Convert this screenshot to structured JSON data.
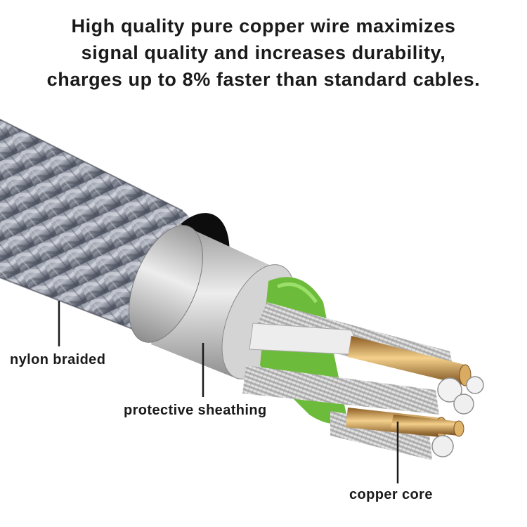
{
  "headline": {
    "line1": "High quality pure copper wire maximizes",
    "line2": "signal quality and increases durability,",
    "line3": "charges up to 8% faster than standard cables."
  },
  "callouts": {
    "nylon": "nylon braided",
    "sheath": "protective sheathing",
    "copper": "copper core"
  },
  "colors": {
    "braid_dark": "#5a5f6e",
    "braid_light": "#c9ccd4",
    "sheath": "#c4c4c4",
    "inner_green": "#6dbb3a",
    "strand_silver": "#d6d6d6",
    "copper": "#c99a52",
    "text": "#1a1a1a"
  }
}
